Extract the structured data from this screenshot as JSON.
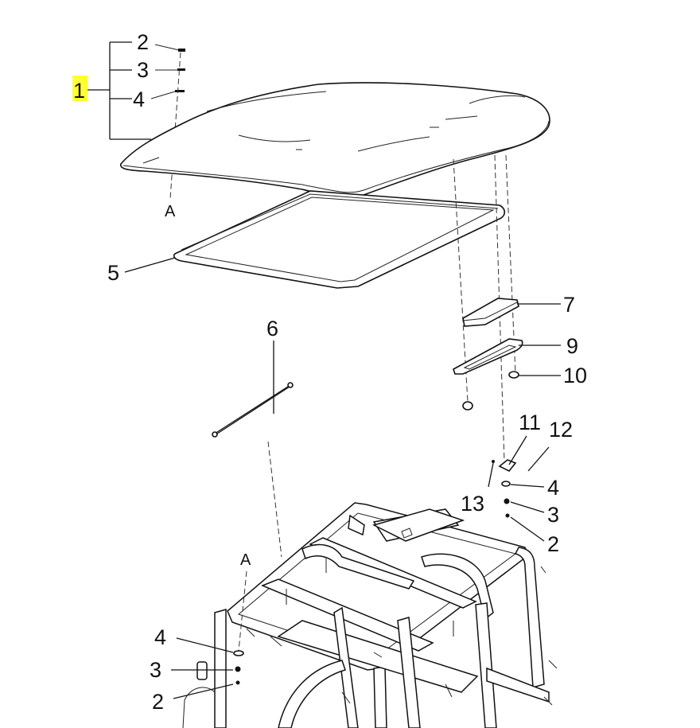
{
  "callouts": {
    "c1": "1",
    "c2_top": "2",
    "c3_top": "3",
    "c4_top": "4",
    "c5": "5",
    "c6": "6",
    "c7": "7",
    "c9": "9",
    "c10": "10",
    "c11": "11",
    "c12": "12",
    "c13": "13",
    "c4_right": "4",
    "c3_right": "3",
    "c2_right": "2",
    "c4_left": "4",
    "c3_left": "3",
    "c2_left": "2",
    "ref_a_top": "A",
    "ref_a_bottom": "A"
  },
  "colors": {
    "highlight": "#ffff33",
    "line": "#111111"
  }
}
